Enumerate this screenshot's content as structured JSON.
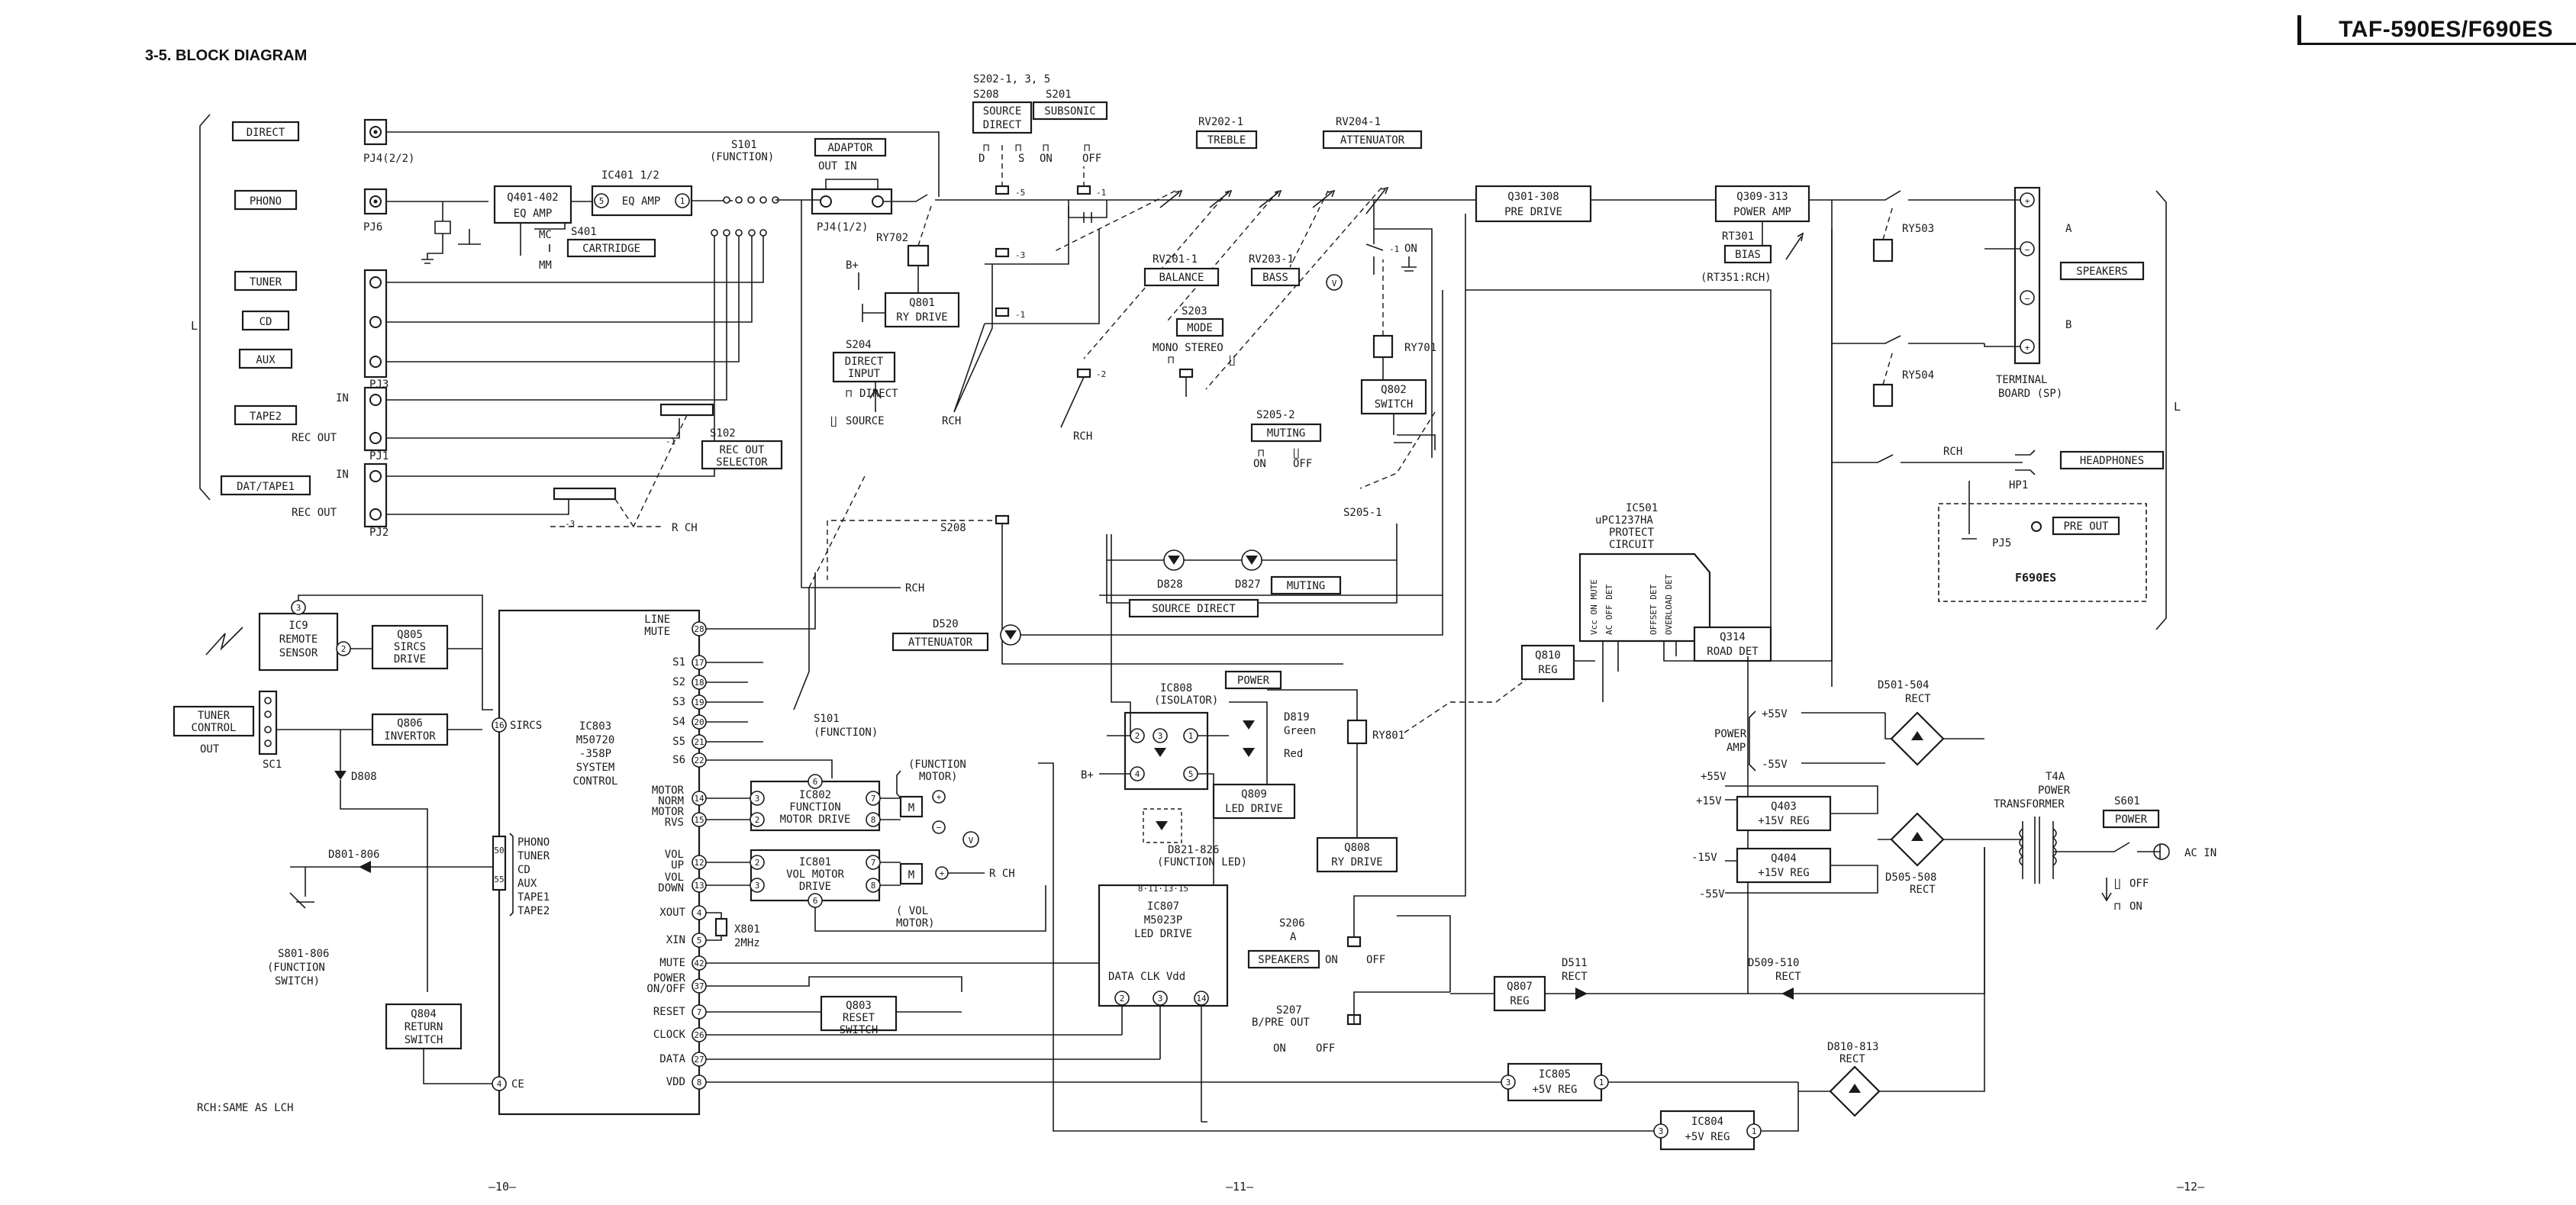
{
  "header": {
    "section_title": "3-5.  BLOCK DIAGRAM",
    "model": "TAF-590ES/F690ES"
  },
  "footer": {
    "pages": [
      "—10—",
      "—11—",
      "—12—"
    ]
  },
  "note": "RCH:SAME AS LCH",
  "inputs": [
    {
      "label": "DIRECT"
    },
    {
      "label": "PHONO"
    },
    {
      "label": "TUNER"
    },
    {
      "label": "CD"
    },
    {
      "label": "AUX"
    },
    {
      "label": "TAPE2"
    },
    {
      "label": "DAT/TAPE1"
    }
  ],
  "jacks": [
    "PJ4(2/2)",
    "PJ6",
    "PJ3",
    "PJ1",
    "PJ2",
    "PJ4(1/2)",
    "PJ5",
    "HP1"
  ],
  "io_labels": {
    "in": "IN",
    "rec_out": "REC OUT",
    "rch": "RCH",
    "r_ch": "R CH",
    "l": "L",
    "bplus": "B+",
    "a": "A",
    "b": "B",
    "on": "ON",
    "off": "OFF",
    "mc": "MC",
    "mm": "MM"
  },
  "blocks": {
    "q401": [
      "Q401-402",
      "EQ AMP"
    ],
    "ic401": [
      "IC401 1/2",
      "EQ AMP"
    ],
    "s401": [
      "S401",
      "CARTRIDGE"
    ],
    "s101": [
      "S101",
      "(FUNCTION)"
    ],
    "adaptor": [
      "ADAPTOR",
      "OUT   IN"
    ],
    "ry702": "RY702",
    "q801": [
      "Q801",
      "RY DRIVE"
    ],
    "s204": [
      "S204",
      "DIRECT",
      "INPUT",
      "DIRECT",
      "SOURCE"
    ],
    "s202": [
      "S202-1, 3, 5",
      "S208",
      "SOURCE",
      "DIRECT"
    ],
    "s201": [
      "S201",
      "SUBSONIC",
      "S",
      "ON",
      "OFF",
      "D"
    ],
    "rv202": [
      "RV202-1",
      "TREBLE"
    ],
    "rv204": [
      "RV204-1",
      "ATTENUATOR"
    ],
    "rv201": [
      "RV201-1",
      "BALANCE"
    ],
    "rv203": [
      "RV203-1",
      "BASS"
    ],
    "s203": [
      "S203",
      "MODE",
      "MONO STEREO"
    ],
    "s205": [
      "S205-2",
      "MUTING",
      "ON",
      "OFF"
    ],
    "s205_1": "S205-1",
    "ry701": "RY701",
    "q802": [
      "Q802",
      "SWITCH"
    ],
    "q301": [
      "Q301-308",
      "PRE DRIVE"
    ],
    "q309": [
      "Q309-313",
      "POWER AMP"
    ],
    "rt301": [
      "RT301",
      "BIAS",
      "(RT351:RCH)"
    ],
    "ry503": "RY503",
    "ry504": "RY504",
    "speakers": "SPEAKERS",
    "terminal": [
      "TERMINAL",
      "BOARD (SP)"
    ],
    "headphones": "HEADPHONES",
    "preout": "PRE OUT",
    "f690": "F690ES",
    "ic501": [
      "IC501",
      "uPC1237HA",
      "PROTECT",
      "CIRCUIT"
    ],
    "ic501_pins": [
      "Vcc ON MUTE",
      "AC OFF DET",
      "OFFSET DET",
      "OVERLOAD DET"
    ],
    "q314": [
      "Q314",
      "ROAD DET"
    ],
    "q810": [
      "Q810",
      "REG"
    ],
    "s208b": "S208",
    "d828": "D828",
    "d827": "D827",
    "muting": "MUTING",
    "source_direct": "SOURCE DIRECT",
    "d520": [
      "D520",
      "ATTENUATOR"
    ],
    "ic9": [
      "IC9",
      "REMOTE",
      "SENSOR"
    ],
    "q805": [
      "Q805",
      "SIRCS",
      "DRIVE"
    ],
    "q806": [
      "Q806",
      "INVERTOR"
    ],
    "tuner_control": [
      "TUNER",
      "CONTROL",
      "OUT",
      "SC1"
    ],
    "d808": "D808",
    "d801": "D801-806",
    "s801": [
      "S801-806",
      "(FUNCTION",
      "SWITCH)"
    ],
    "q804": [
      "Q804",
      "RETURN",
      "SWITCH"
    ],
    "ic803": [
      "IC803",
      "M50720",
      "-358P",
      "SYSTEM",
      "CONTROL"
    ],
    "ic803_pins": [
      "LINE",
      "MUTE",
      "S1",
      "S2",
      "S3",
      "S4",
      "S5",
      "S6",
      "MOTOR",
      "NORM",
      "MOTOR",
      "RVS",
      "VOL",
      "UP",
      "VOL",
      "DOWN",
      "XOUT",
      "XIN",
      "MUTE",
      "POWER",
      "ON/OFF",
      "RESET",
      "CLOCK",
      "DATA",
      "VDD",
      "SIRCS",
      "CE"
    ],
    "phono_list": [
      "PHONO",
      "TUNER",
      "CD",
      "AUX",
      "TAPE1",
      "TAPE2"
    ],
    "x801": [
      "X801",
      "2MHz"
    ],
    "s101b": [
      "S101",
      "(FUNCTION)"
    ],
    "ic802": [
      "IC802",
      "FUNCTION",
      "MOTOR DRIVE"
    ],
    "fmotor": [
      "(FUNCTION",
      "MOTOR)"
    ],
    "ic801": [
      "IC801",
      "VOL MOTOR",
      "DRIVE"
    ],
    "vmotor": [
      "( VOL",
      "MOTOR)"
    ],
    "q803": [
      "Q803",
      "RESET",
      "SWITCH"
    ],
    "ic808": [
      "IC808",
      "(ISOLATOR)"
    ],
    "power_led": [
      "POWER",
      "D819",
      "Green",
      "Red"
    ],
    "q809": [
      "Q809",
      "LED DRIVE"
    ],
    "d821": [
      "D821-826",
      "(FUNCTION LED)"
    ],
    "ic807": [
      "IC807",
      "M5023P",
      "LED DRIVE",
      "DATA  CLK  Vdd",
      "8·11·13·15"
    ],
    "ry801": "RY801",
    "q808": [
      "Q808",
      "RY DRIVE"
    ],
    "s206": [
      "S206",
      "A",
      "SPEAKERS",
      "ON",
      "OFF"
    ],
    "s207": [
      "S207",
      "B/PRE OUT",
      "ON",
      "OFF"
    ],
    "q807": [
      "Q807",
      "REG"
    ],
    "d511": [
      "D511",
      "RECT"
    ],
    "d509": [
      "D509-510",
      "RECT"
    ],
    "ic805": [
      "IC805",
      "+5V REG"
    ],
    "ic804": [
      "IC804",
      "+5V REG"
    ],
    "d810": [
      "D810-813",
      "RECT"
    ],
    "power_amp": [
      "POWER",
      "AMP",
      "+55V",
      "-55V"
    ],
    "d501": [
      "D501-504",
      "RECT"
    ],
    "q403": [
      "Q403",
      "+15V REG",
      "+55V",
      "+15V"
    ],
    "q404": [
      "Q404",
      "+15V REG",
      "-15V",
      "-55V"
    ],
    "d505": [
      "D505-508",
      "RECT"
    ],
    "t4a": [
      "T4A",
      "POWER",
      "TRANSFORMER"
    ],
    "s601": [
      "S601",
      "POWER",
      "OFF",
      "ON"
    ],
    "ac_in": "AC IN"
  }
}
